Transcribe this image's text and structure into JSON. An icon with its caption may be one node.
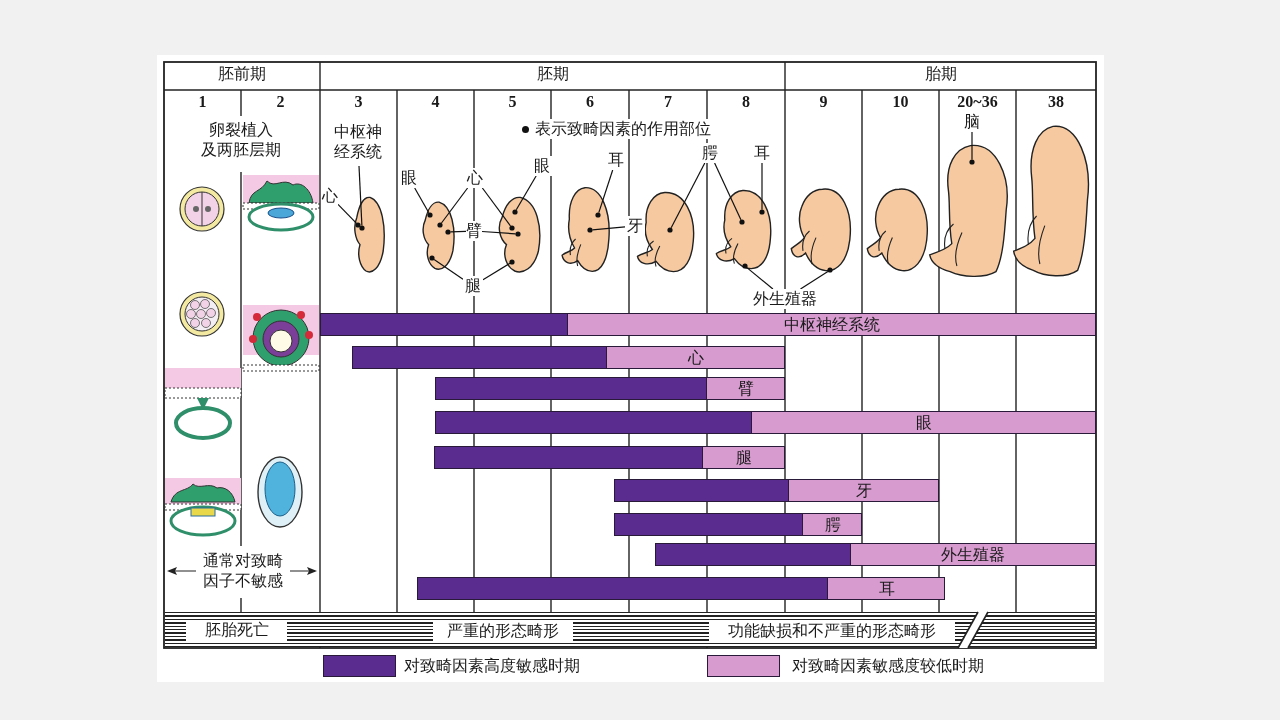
{
  "diagram": {
    "nodes": [
      {
        "text": [
          "中枢神经系统"
        ]
      },
      {
        "text": [
          "心"
        ]
      },
      {
        "text": [
          "臂"
        ]
      },
      {
        "text": [
          "眼"
        ]
      },
      {
        "text": [
          "腿"
        ]
      },
      {
        "text": [
          "牙"
        ]
      },
      {
        "text": [
          "腭"
        ]
      },
      {
        "text": [
          "外生殖器"
        ]
      },
      {
        "text": [
          "耳"
        ]
      },
      {
        "text": [],
        "shape": "picture"
      },
      {
        "text": [],
        "shape": "picture"
      },
      {
        "text": [],
        "shape": "picture"
      },
      {
        "text": [],
        "shape": "picture"
      },
      {
        "text": [],
        "shape": "picture"
      },
      {
        "text": [],
        "shape": "picture"
      },
      {
        "text": [],
        "shape": "picture"
      },
      {
        "text": [],
        "shape": "picture"
      },
      {
        "text": [],
        "shape": "picture"
      },
      {
        "text": [],
        "shape": "picture"
      },
      {
        "text": [
          "中枢神经系统"
        ]
      },
      {
        "text": [
          "心"
        ]
      },
      {
        "text": [
          "眼"
        ]
      },
      {
        "text": [
          "心"
        ]
      },
      {
        "text": [
          "臂"
        ]
      },
      {
        "text": [
          "腿"
        ]
      },
      {
        "text": [
          "眼"
        ]
      },
      {
        "text": [
          "耳"
        ]
      },
      {
        "text": [
          "牙"
        ]
      },
      {
        "text": [
          "腭"
        ]
      },
      {
        "text": [
          "耳"
        ]
      },
      {
        "text": [
          "外生殖器"
        ]
      },
      {
        "text": [
          "脑"
        ]
      }
    ],
    "edges": [
      {
        "from": 19,
        "to": 9,
        "arrow": "none"
      },
      {
        "from": 20,
        "to": 9,
        "arrow": "none"
      },
      {
        "from": 21,
        "to": 10,
        "arrow": "none"
      },
      {
        "from": 22,
        "to": 10,
        "arrow": "none"
      },
      {
        "from": 22,
        "to": 11,
        "arrow": "none"
      },
      {
        "from": 23,
        "to": 10,
        "arrow": "none"
      },
      {
        "from": 23,
        "to": 11,
        "arrow": "none"
      },
      {
        "from": 24,
        "to": 10,
        "arrow": "none"
      },
      {
        "from": 24,
        "to": 11,
        "arrow": "none"
      },
      {
        "from": 25,
        "to": 11,
        "arrow": "none"
      },
      {
        "from": 26,
        "to": 12,
        "arrow": "none"
      },
      {
        "from": 27,
        "to": 12,
        "arrow": "none"
      },
      {
        "from": 28,
        "to": 13,
        "arrow": "none"
      },
      {
        "from": 28,
        "to": 14,
        "arrow": "none"
      },
      {
        "from": 29,
        "to": 14,
        "arrow": "none"
      },
      {
        "from": 30,
        "to": 14,
        "arrow": "none"
      },
      {
        "from": 30,
        "to": 15,
        "arrow": "none"
      },
      {
        "from": 31,
        "to": 17,
        "arrow": "none"
      }
    ],
    "labels": [
      "胚前期",
      "胚期",
      "胎期",
      "1",
      "2",
      "3",
      "4",
      "5",
      "6",
      "7",
      "8",
      "9",
      "10",
      "20~36",
      "38",
      "卵裂植入及两胚层期",
      "表示致畸因素的作用部位",
      "通常对致畸因子不敏感",
      "胚胎死亡",
      "严重的形态畸形",
      "功能缺损和不严重的形态畸形"
    ],
    "legend": [
      {
        "text": "对致畸因素高度敏感时期",
        "color": "#5b2c8f"
      },
      {
        "text": "对致畸因素敏感度较低时期",
        "color": "#d79bd0"
      }
    ]
  }
}
